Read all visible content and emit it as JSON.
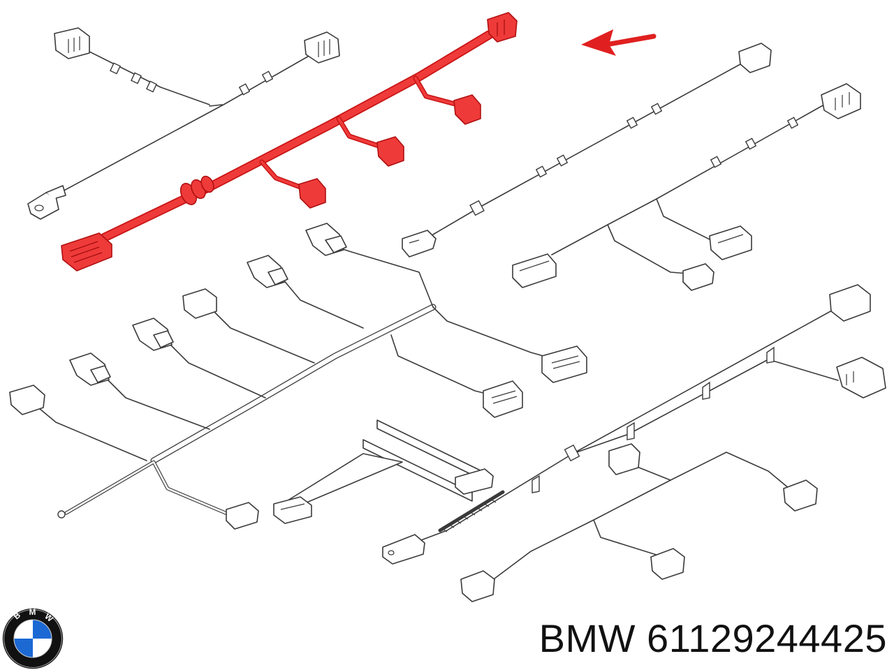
{
  "brand": {
    "name": "BMW",
    "logo_letters": "BMW",
    "logo_colors": {
      "ring": "#111111",
      "blue": "#1c69d4",
      "white": "#ffffff"
    }
  },
  "part": {
    "number": "61129244425",
    "label": "BMW 61129244425"
  },
  "diagram": {
    "highlight_color": "#ef3a3a",
    "line_color": "#3a3a3a",
    "arrow_icon": "arrow-left-icon"
  }
}
